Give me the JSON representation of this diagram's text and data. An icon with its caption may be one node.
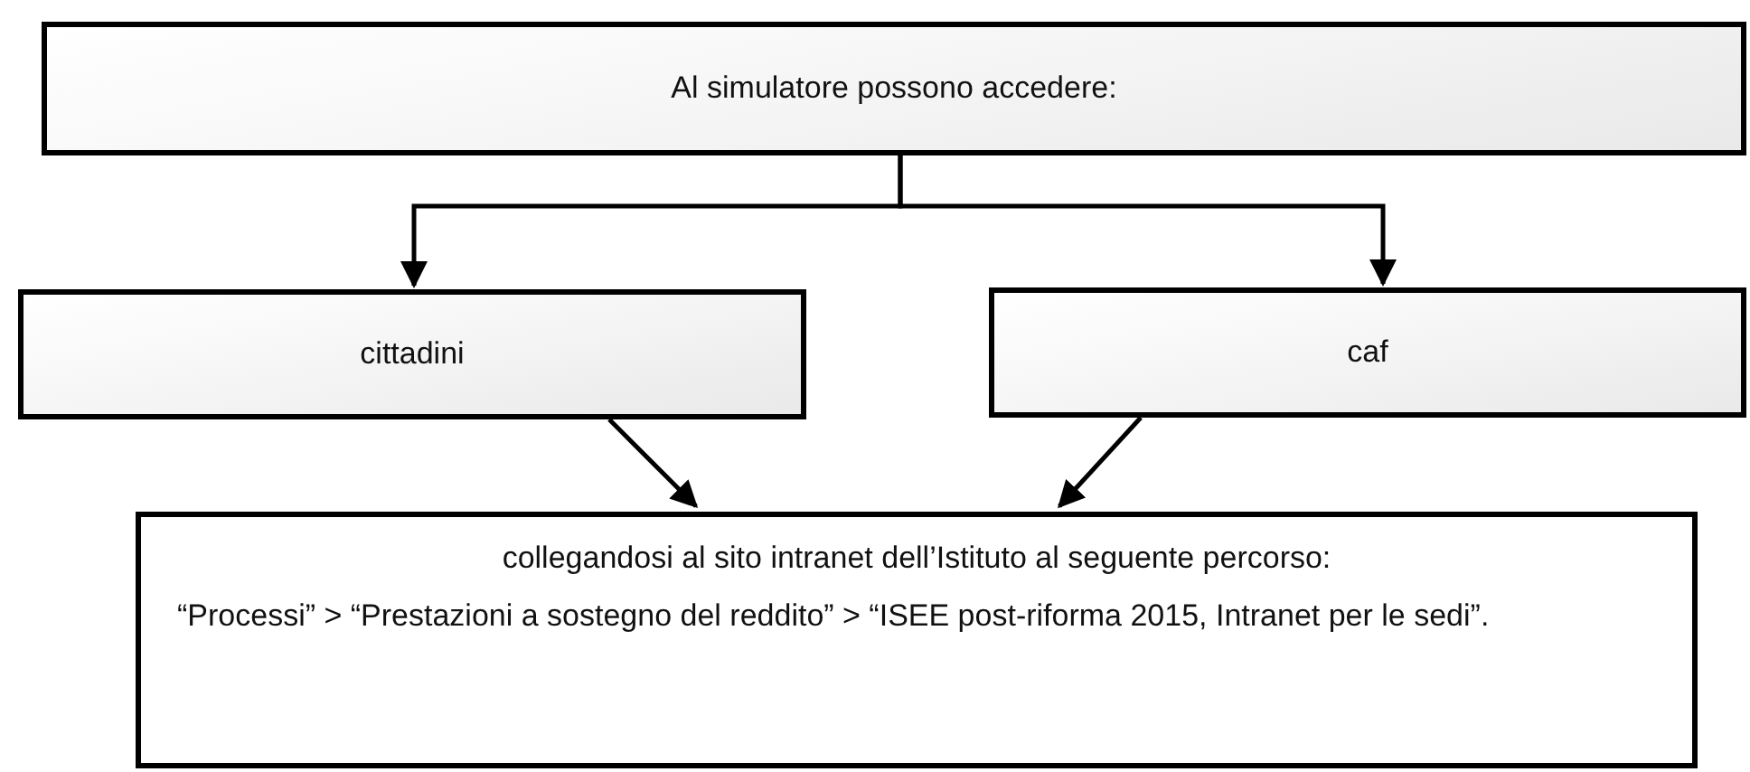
{
  "diagram": {
    "nodes": [
      {
        "text": [
          "Al simulatore possono accedere:"
        ]
      },
      {
        "text": [
          "cittadini"
        ]
      },
      {
        "text": [
          "caf"
        ]
      },
      {
        "text": [
          "collegandosi al sito intranet dell’Istituto al seguente percorso:",
          "“Processi” > “Prestazioni a sostegno del reddito” > “ISEE post-riforma 2015, Intranet per le sedi”."
        ]
      }
    ],
    "edges": [
      {
        "from": 0,
        "to": 1,
        "arrow": "to"
      },
      {
        "from": 0,
        "to": 2,
        "arrow": "to"
      },
      {
        "from": 1,
        "to": 3,
        "arrow": "to"
      },
      {
        "from": 2,
        "to": 3,
        "arrow": "to"
      }
    ]
  }
}
